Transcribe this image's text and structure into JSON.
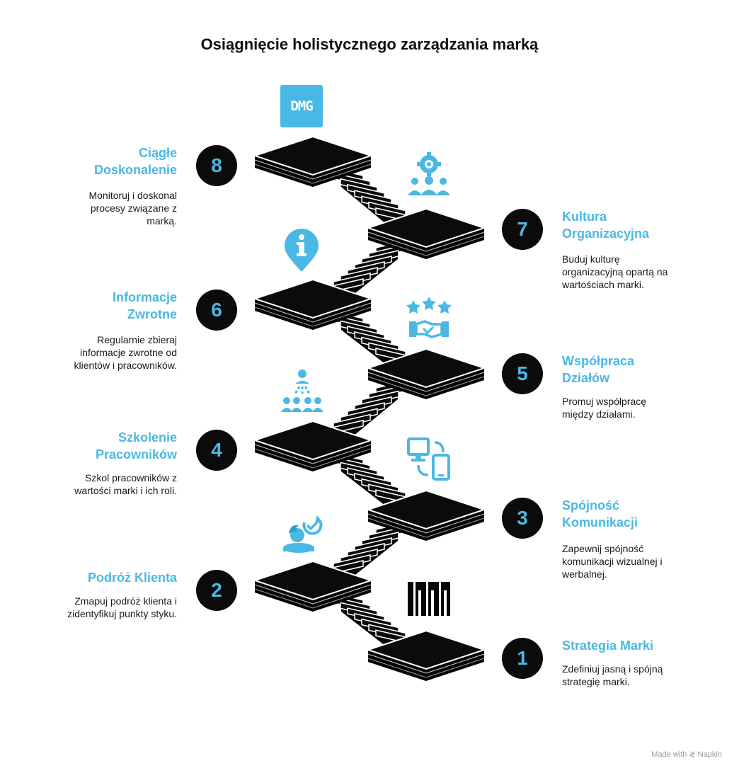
{
  "title": "Osiągnięcie holistycznego zarządzania marką",
  "steps": [
    {
      "number": "1",
      "title": "Strategia Marki",
      "description": "Zdefiniuj jasną i spójną strategię marki."
    },
    {
      "number": "2",
      "title": "Podróż Klienta",
      "description": "Zmapuj podróż klienta i zidentyfikuj punkty styku."
    },
    {
      "number": "3",
      "title": "Spójność Komunikacji",
      "description": "Zapewnij spójność komunikacji wizualnej i werbalnej."
    },
    {
      "number": "4",
      "title": "Szkolenie Pracowników",
      "description": "Szkol pracowników z wartości marki i ich roli."
    },
    {
      "number": "5",
      "title": "Współpraca Działów",
      "description": "Promuj współpracę między działami."
    },
    {
      "number": "6",
      "title": "Informacje Zwrotne",
      "description": "Regularnie zbieraj informacje zwrotne od klientów i pracowników."
    },
    {
      "number": "7",
      "title": "Kultura Organizacyjna",
      "description": "Buduj kulturę organizacyjną opartą na wartościach marki."
    },
    {
      "number": "8",
      "title": "Ciągłe Doskonalenie",
      "description": "Monitoruj i doskonal procesy związane z marką."
    }
  ],
  "logo_text": "DMG",
  "footer": "Made with ≷ Napkin",
  "colors": {
    "accent": "#4ab8e4",
    "dark": "#0b0b0b"
  },
  "icons": [
    "brand-columns-icon",
    "customer-journey-icon",
    "devices-sync-icon",
    "training-hierarchy-icon",
    "stars-handshake-icon",
    "info-pin-icon",
    "team-gear-icon",
    "dmg-logo-icon"
  ]
}
